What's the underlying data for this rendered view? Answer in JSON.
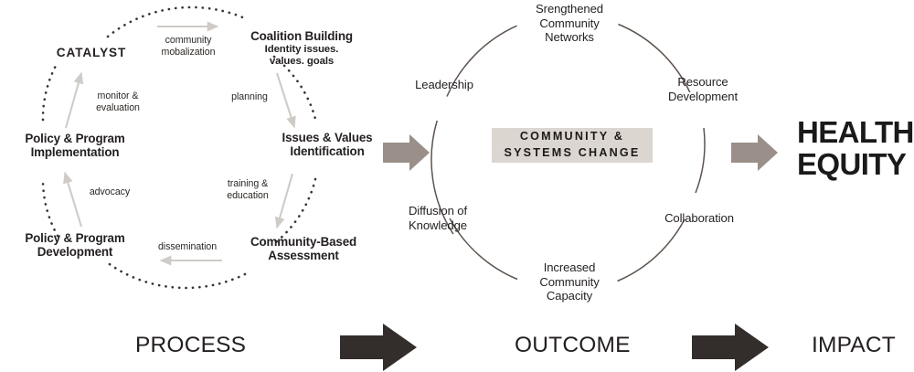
{
  "diagram": {
    "title": "Community & Systems Change Framework",
    "colors": {
      "ink": "#231f20",
      "gray_arrow": "#9a9089",
      "dark_arrow": "#332e2b",
      "center_box_bg": "#dcd6d0",
      "dotted_cycle": "#3a3330",
      "light_arrow": "#cfcbc7",
      "circle_stroke": "#5d534d"
    }
  },
  "process_cycle": {
    "catalyst_label": "CATALYST",
    "nodes": [
      {
        "id": "coalition-building",
        "title": "Coalition Building",
        "subtitle": "Identity issues.\nvalues. goals"
      },
      {
        "id": "issues-values-identification",
        "title": "Issues & Values\nIdentification",
        "subtitle": ""
      },
      {
        "id": "community-based-assessment",
        "title": "Community-Based\nAssessment",
        "subtitle": ""
      },
      {
        "id": "policy-program-development",
        "title": "Policy & Program\nDevelopment",
        "subtitle": ""
      },
      {
        "id": "policy-program-implementation",
        "title": "Policy & Program\nImplementation",
        "subtitle": ""
      }
    ],
    "edges": [
      {
        "id": "community-mobalization",
        "label": "community\nmobalization",
        "direction": "right"
      },
      {
        "id": "planning",
        "label": "planning",
        "direction": "down"
      },
      {
        "id": "training-education",
        "label": "training &\neducation",
        "direction": "down"
      },
      {
        "id": "dissemination",
        "label": "dissemination",
        "direction": "left"
      },
      {
        "id": "advocacy",
        "label": "advocacy",
        "direction": "up"
      },
      {
        "id": "monitor-evaluation",
        "label": "monitor &\nevaluation",
        "direction": "up"
      }
    ]
  },
  "outcome_circle": {
    "center_text": "COMMUNITY &\nSYSTEMS CHANGE",
    "labels": [
      {
        "id": "srengthened-community-networks",
        "text": "Srengthened\nCommunity\nNetworks"
      },
      {
        "id": "resource-development",
        "text": "Resource\nDevelopment"
      },
      {
        "id": "collaboration",
        "text": "Collaboration"
      },
      {
        "id": "increased-community-capacity",
        "text": "Increased\nCommunity\nCapacity"
      },
      {
        "id": "diffusion-of-knowledge",
        "text": "Diffusion of\nKnowledge"
      },
      {
        "id": "leadership",
        "text": "Leadership"
      }
    ]
  },
  "impact": {
    "text": "HEALTH\nEQUITY"
  },
  "phases": [
    {
      "id": "process",
      "label": "PROCESS"
    },
    {
      "id": "outcome",
      "label": "OUTCOME"
    },
    {
      "id": "impact",
      "label": "IMPACT"
    }
  ]
}
